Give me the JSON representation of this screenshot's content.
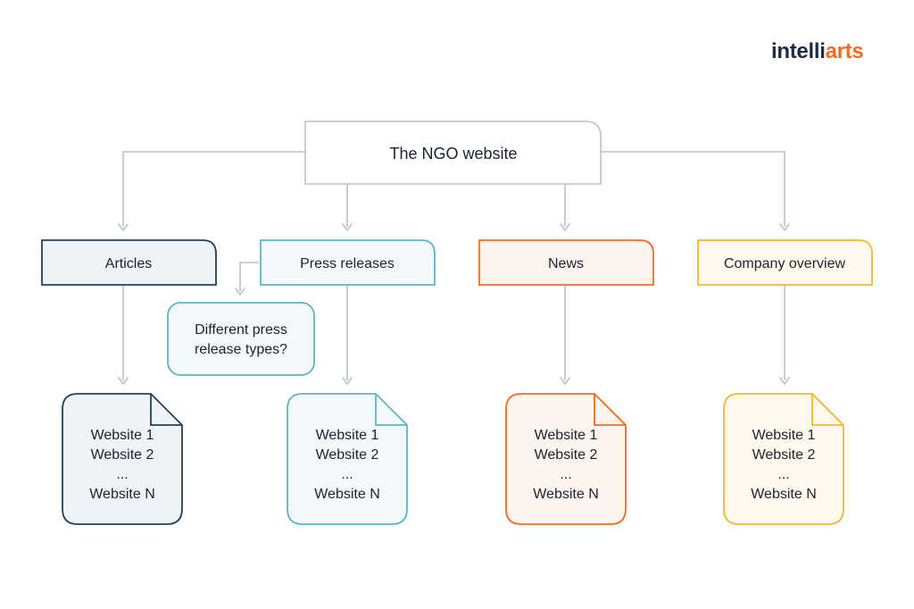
{
  "brand": {
    "logo_part1": "intelli",
    "logo_part2": "arts",
    "color_dark": "#1f2a44",
    "color_accent": "#f26b21"
  },
  "root": {
    "label": "The NGO website"
  },
  "note": {
    "line1": "Different press",
    "line2": "release types?"
  },
  "categories": [
    {
      "label": "Articles",
      "stroke": "#1f4259",
      "fill": "#eff2f6",
      "docs": [
        "Website 1",
        "Website 2",
        "...",
        "Website N"
      ]
    },
    {
      "label": "Press releases",
      "stroke": "#5eb4c6",
      "fill": "#f3f9fb",
      "docs": [
        "Website 1",
        "Website 2",
        "...",
        "Website N"
      ]
    },
    {
      "label": "News",
      "stroke": "#f26b21",
      "fill": "#fef4ee",
      "docs": [
        "Website 1",
        "Website 2",
        "...",
        "Website N"
      ]
    },
    {
      "label": "Company overview",
      "stroke": "#f4b730",
      "fill": "#fffaed",
      "docs": [
        "Website 1",
        "Website 2",
        "...",
        "Website N"
      ]
    }
  ]
}
